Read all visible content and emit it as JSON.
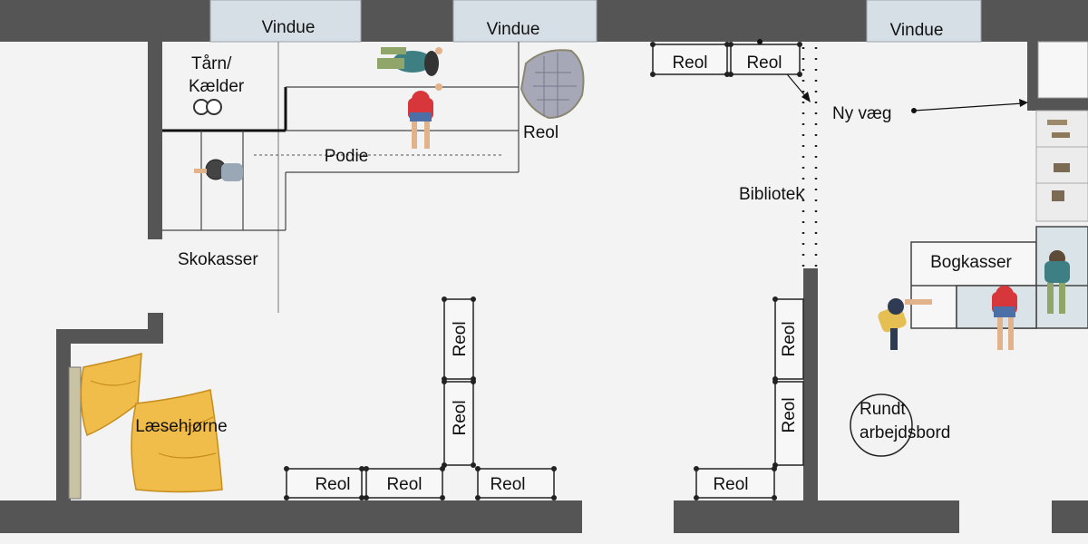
{
  "labels": {
    "window_1": "Vindue",
    "window_2": "Vindue",
    "window_3": "Vindue",
    "tower_line1": "Tårn/",
    "tower_line2": "Kælder",
    "podium": "Podie",
    "shoe_boxes": "Skokasser",
    "reading_corner": "Læsehjørne",
    "library": "Bibliotek",
    "new_wall": "Ny væg",
    "book_boxes": "Bogkasser",
    "round_table_line1": "Rundt",
    "round_table_line2": "arbejdsbord",
    "shelf": "Reol"
  },
  "colors": {
    "wall": "#555555",
    "window": "#d7dfe6",
    "beanbag": "#f1bd4a"
  }
}
